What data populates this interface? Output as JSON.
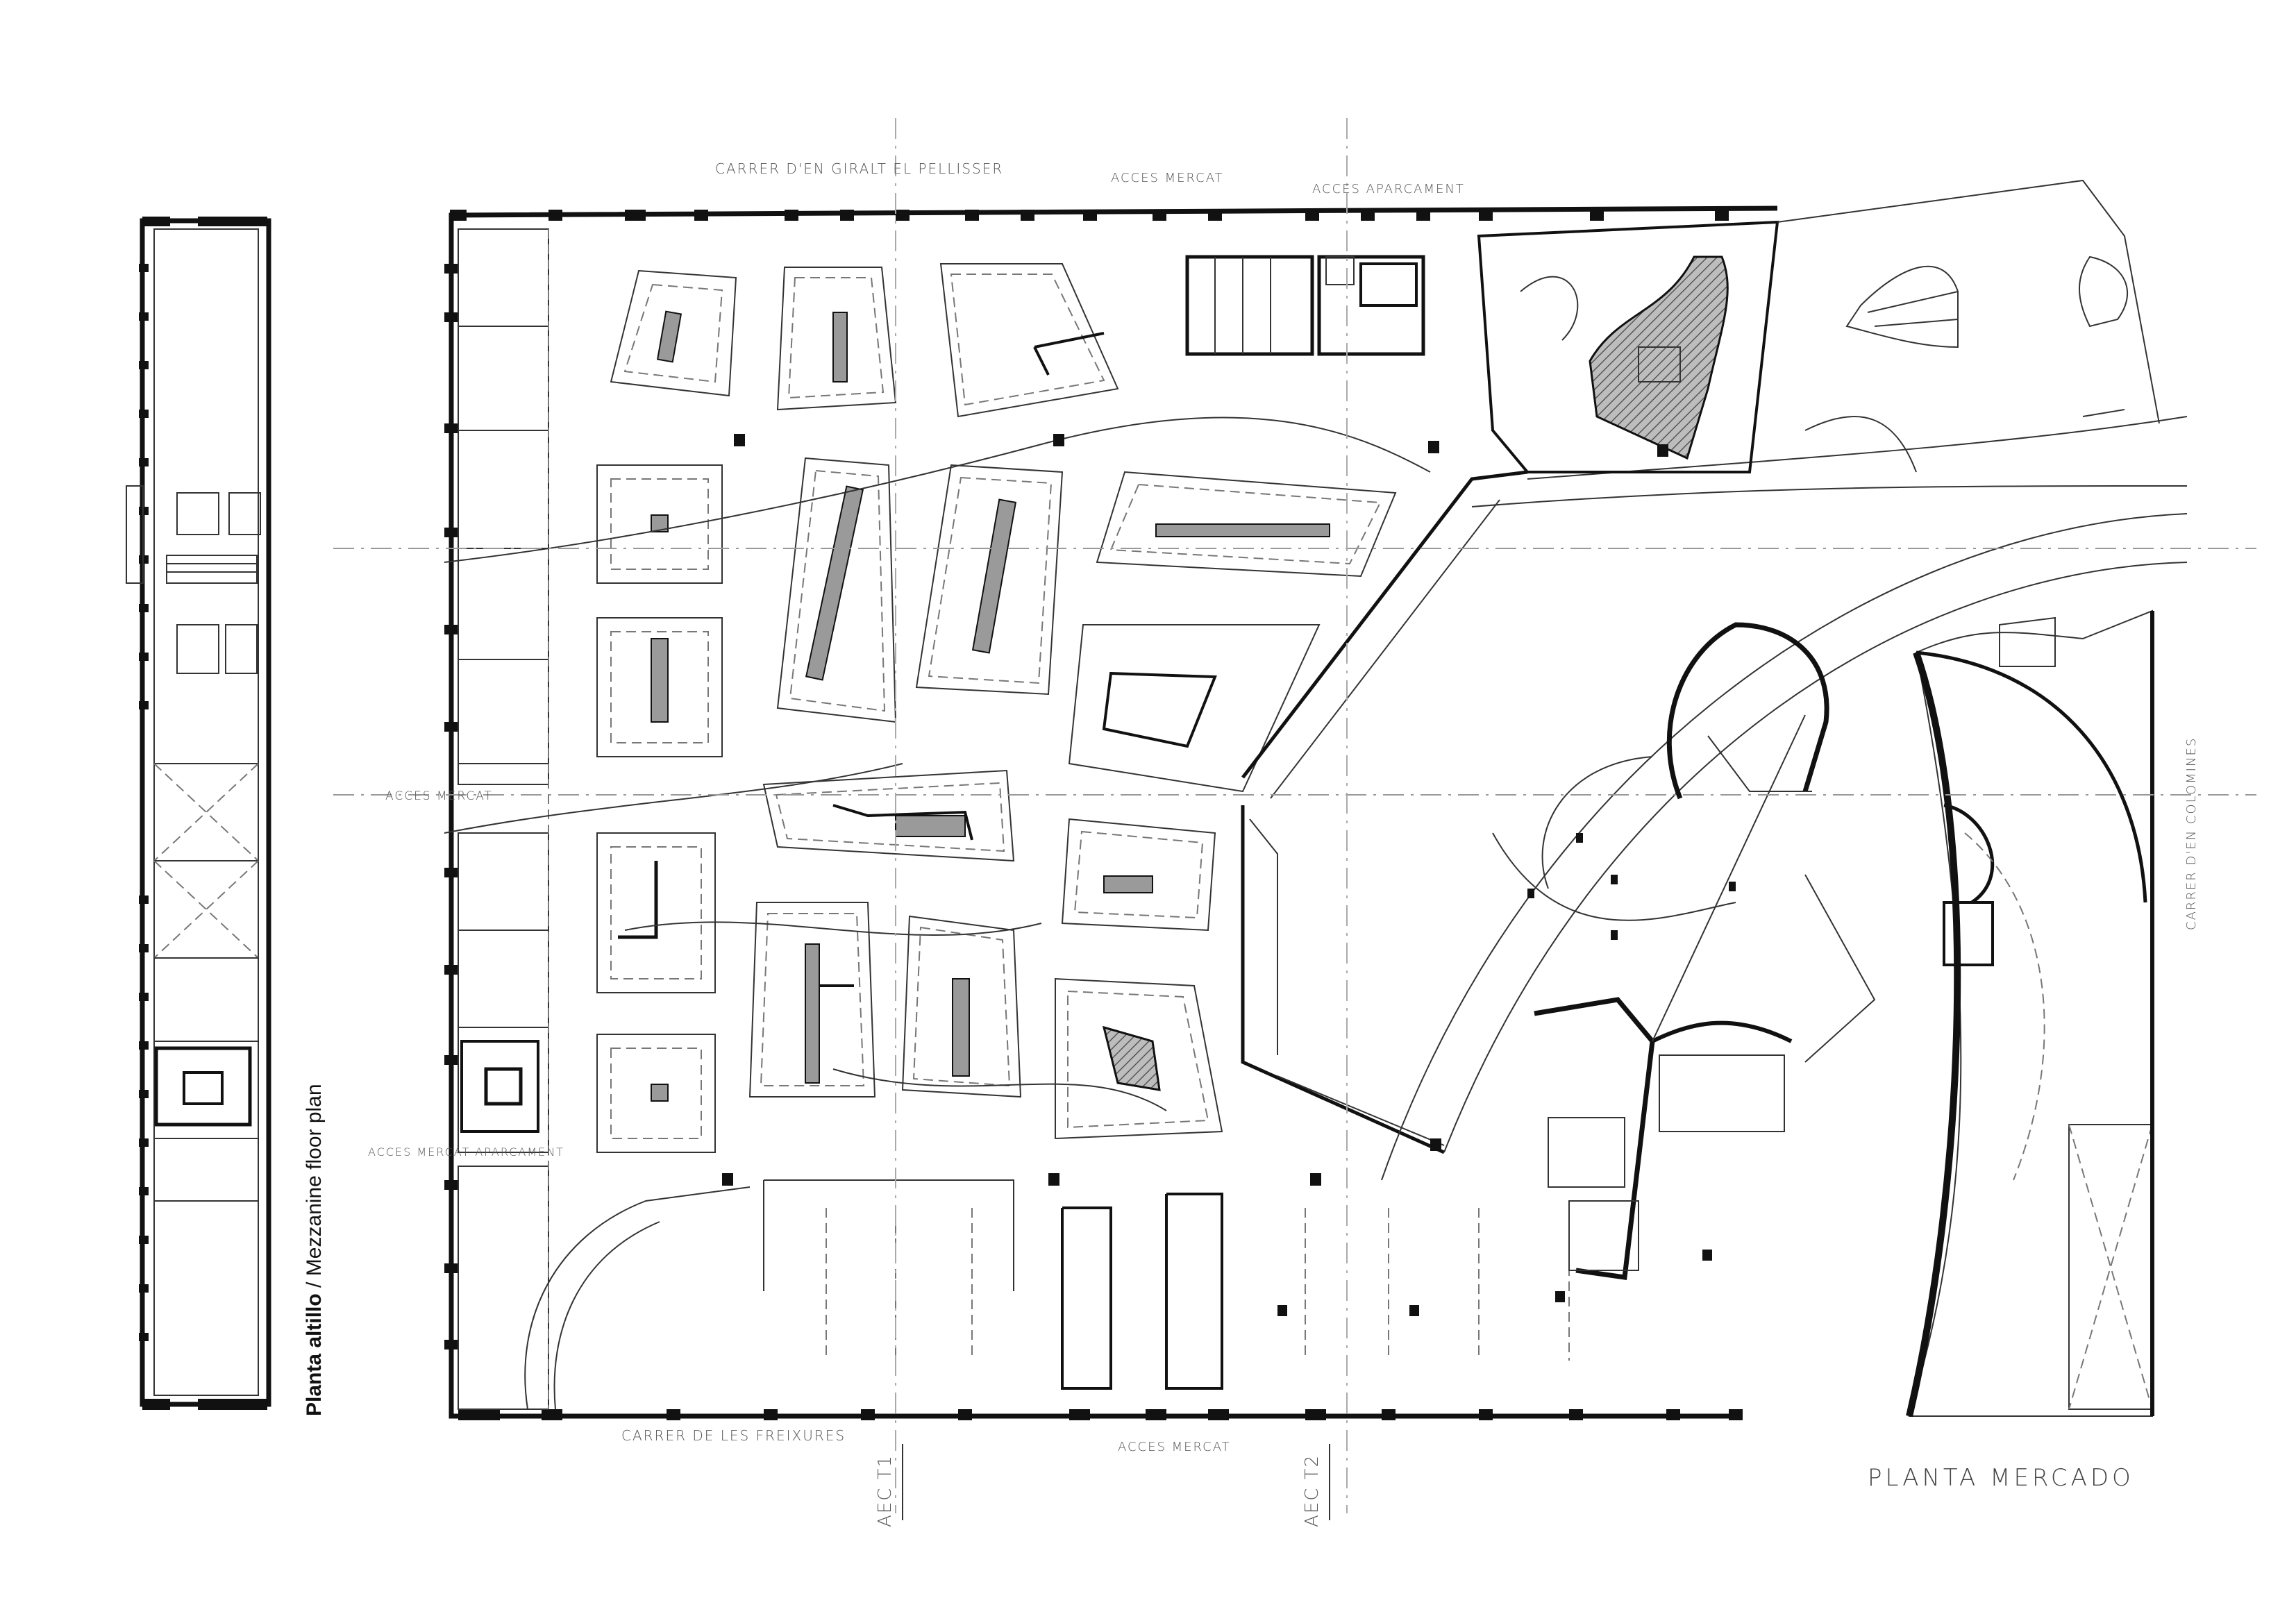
{
  "labels": {
    "top_street": "CARRER D'EN GIRALT EL PELLISSER",
    "acces_mercat_top": "ACCES MERCAT",
    "acces_aparcament_top": "ACCES APARCAMENT",
    "acces_mercat_left": "ACCES MERCAT",
    "acces_mercat_aparcament_left": "ACCES MERCAT APARCAMENT",
    "bottom_street": "CARRER DE LES FREIXURES",
    "acces_mercat_bottom": "ACCES MERCAT",
    "right_street": "CARRER D'EN COLOMINES",
    "section_t1": "AEC T1",
    "section_t2": "AEC T2",
    "mezzanine_title_bold": "Planta altillo",
    "mezzanine_title_rest": " / Mezzanine floor plan",
    "plan_title": "PLANTA MERCADO"
  },
  "colors": {
    "ink": "#111111",
    "hatch": "#9a9a9a",
    "label": "#555555"
  }
}
